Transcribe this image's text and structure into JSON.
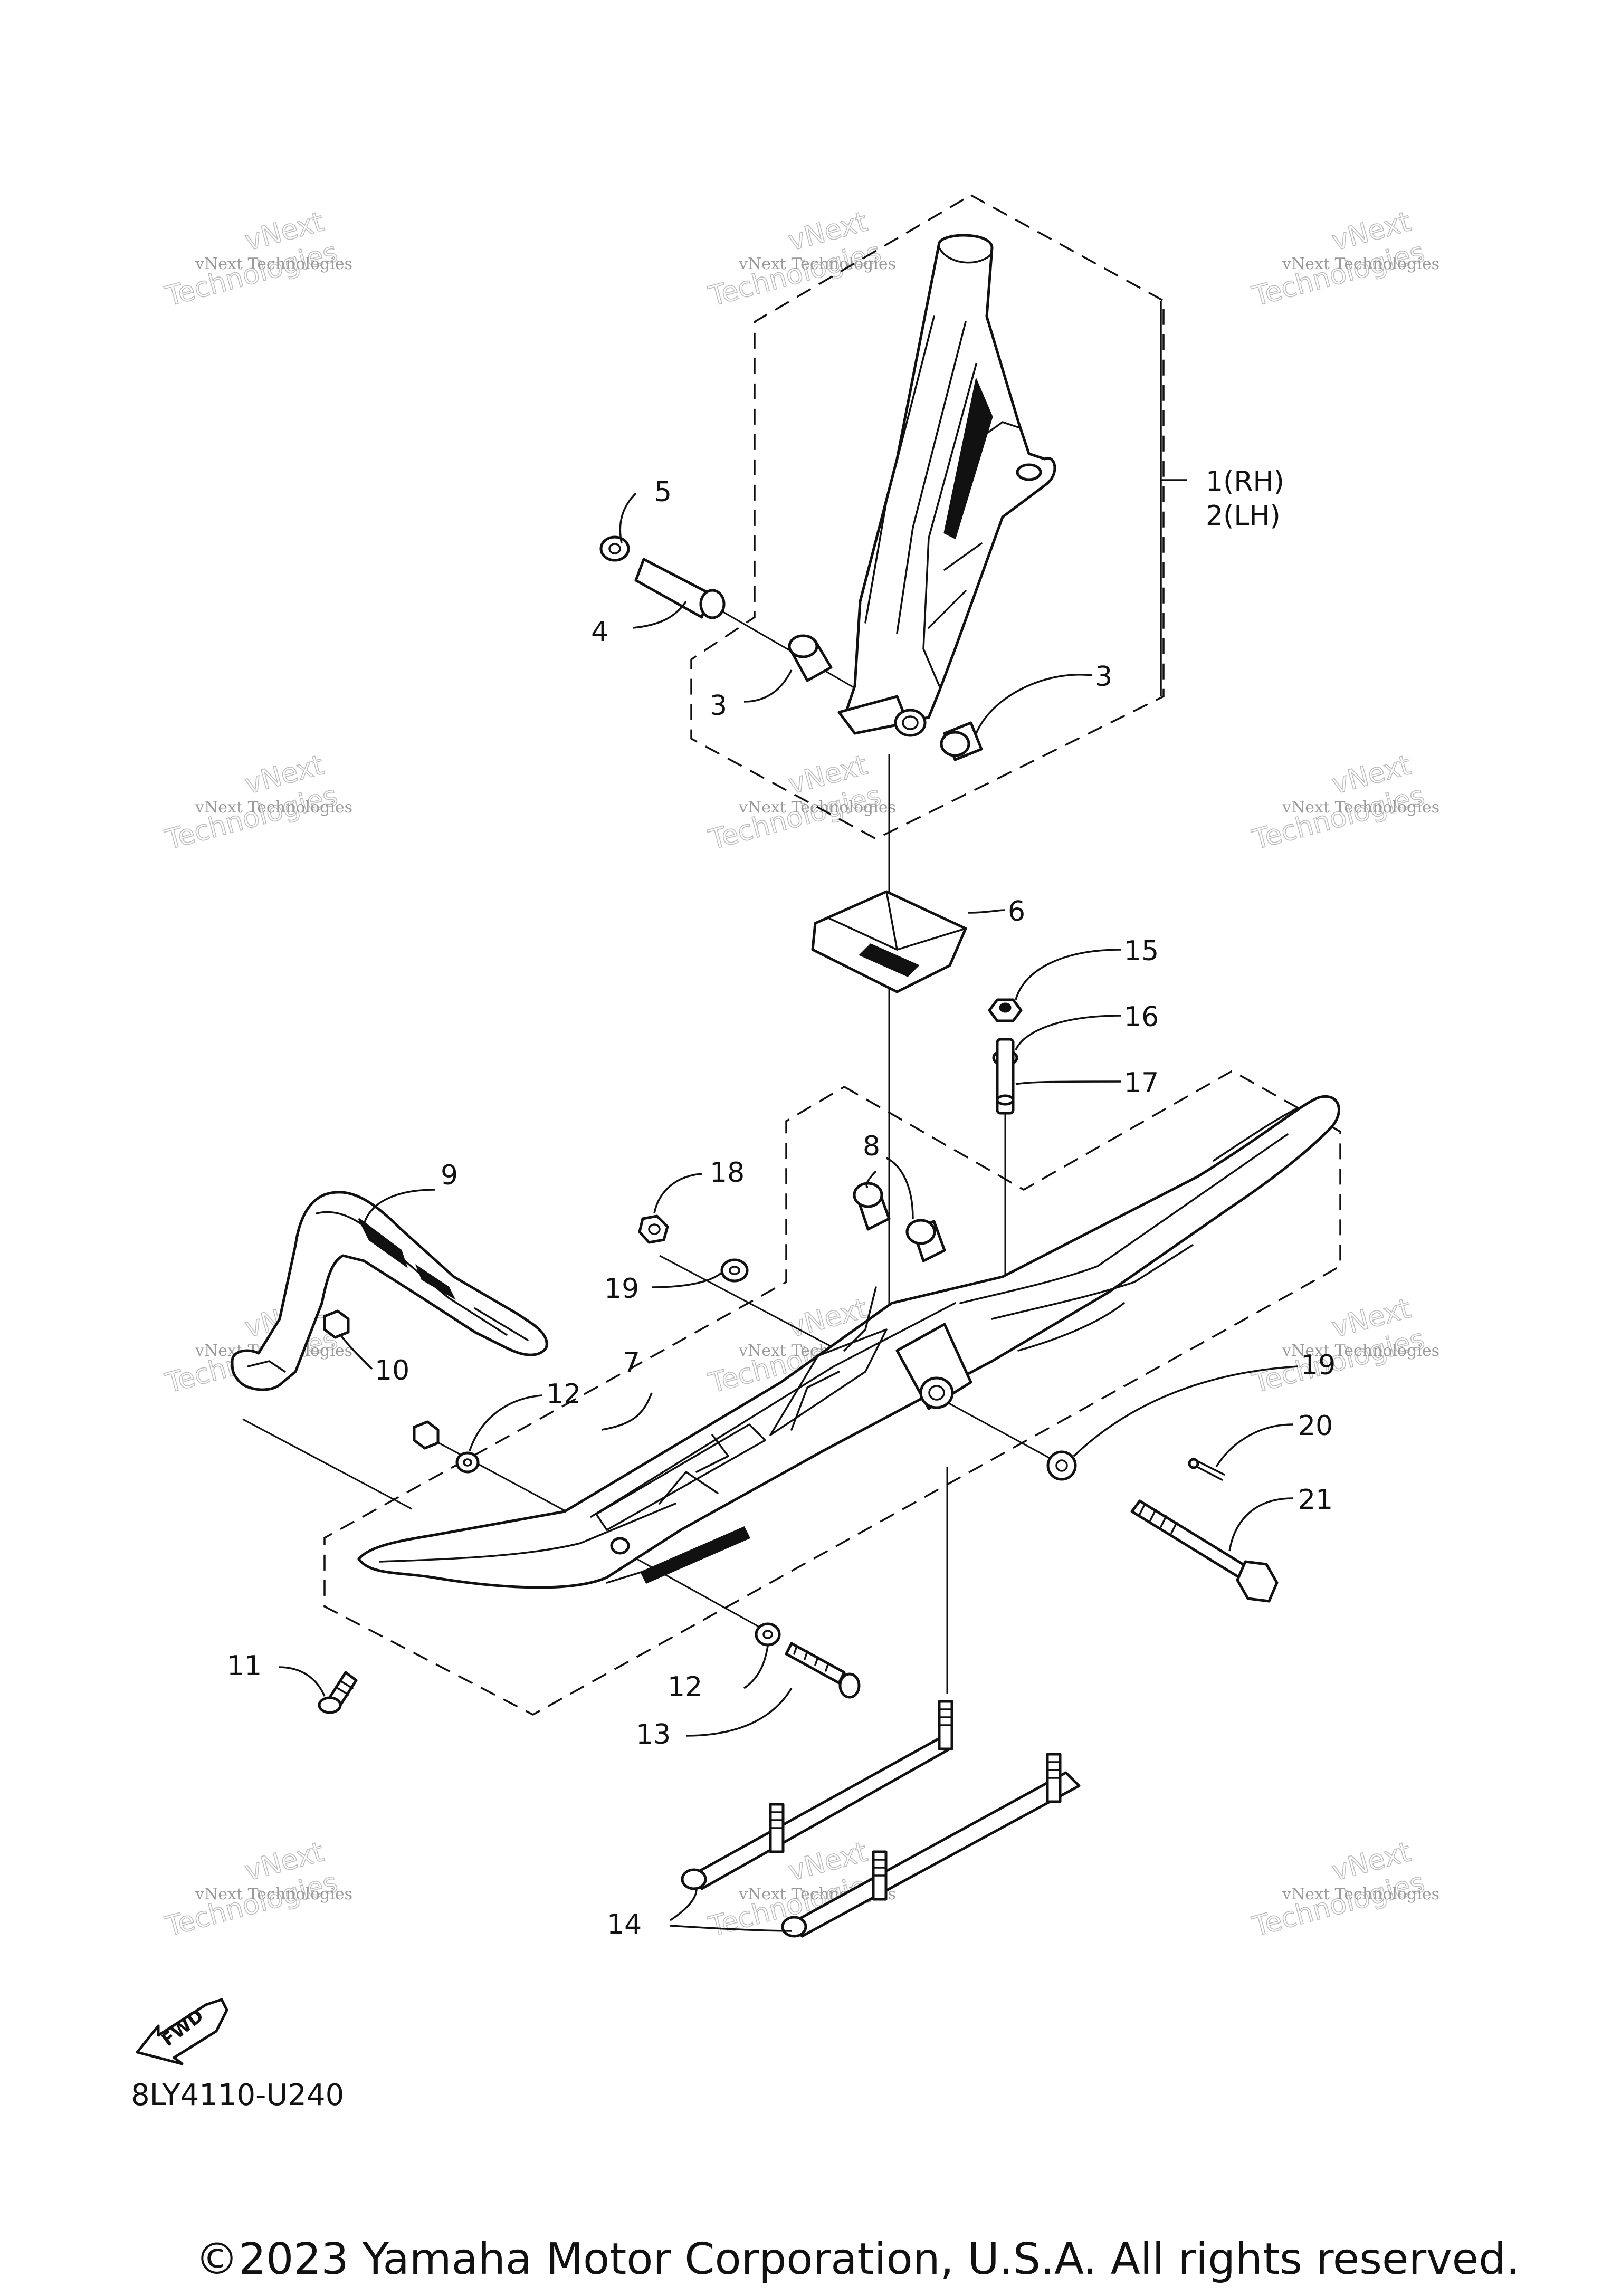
{
  "diagram_code": "8LY4110-U240",
  "copyright": "©2023 Yamaha Motor Corporation, U.S.A. All rights reserved.",
  "fwd_label": "FWD",
  "watermark": {
    "small": "vNext Technologies",
    "big_top": "vNext",
    "big_bottom": "Technologies"
  },
  "callouts": {
    "c1": "1(RH)",
    "c2": "2(LH)",
    "c3a": "3",
    "c3b": "3",
    "c4": "4",
    "c5": "5",
    "c6": "6",
    "c7": "7",
    "c8": "8",
    "c9": "9",
    "c10": "10",
    "c11": "11",
    "c12a": "12",
    "c12b": "12",
    "c13": "13",
    "c14": "14",
    "c15": "15",
    "c16": "16",
    "c17": "17",
    "c18": "18",
    "c19a": "19",
    "c19b": "19",
    "c20": "20",
    "c21": "21"
  }
}
